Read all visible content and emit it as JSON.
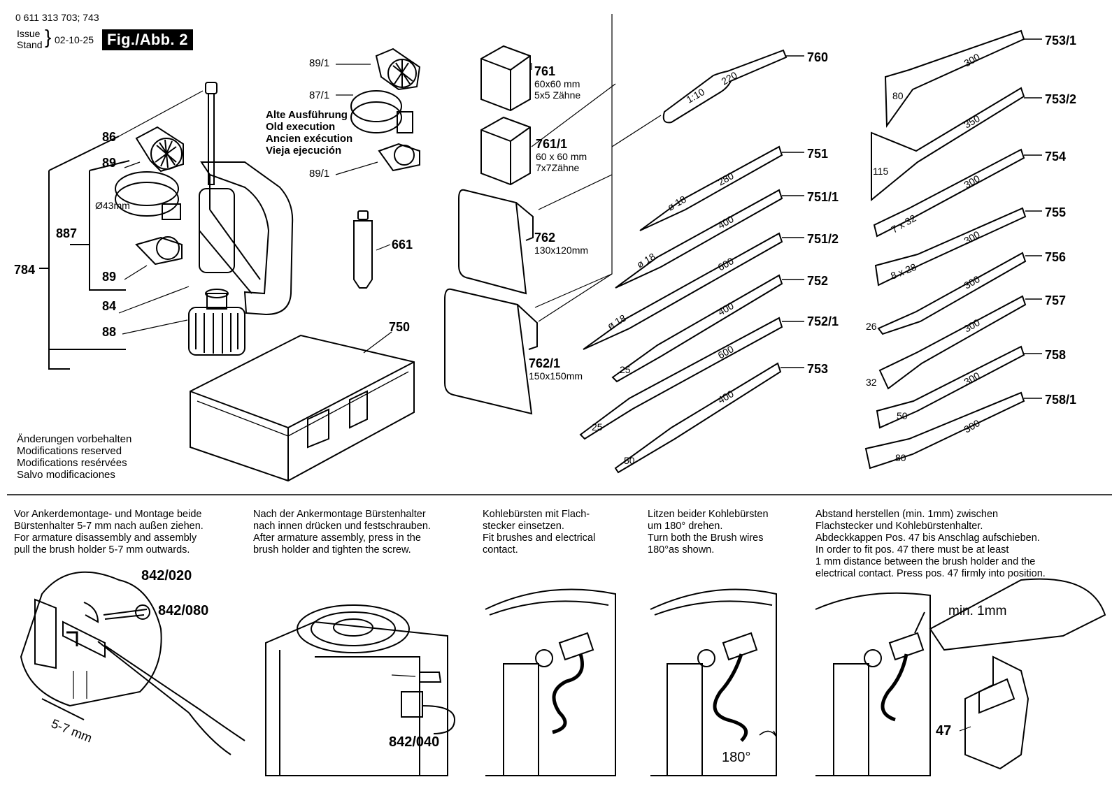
{
  "header": {
    "doc_number": "0 611 313 703; 743",
    "issue_label": "Issue",
    "stand_label": "Stand",
    "date": "02-10-25",
    "figure": "Fig./Abb. 2"
  },
  "parts": {
    "p86": "86",
    "p89a": "89",
    "p887": "887",
    "p784": "784",
    "p89b": "89",
    "p84": "84",
    "p88": "88",
    "dia43": "Ø43mm",
    "p89_1a": "89/1",
    "p87_1": "87/1",
    "p89_1b": "89/1",
    "p661": "661",
    "p750": "750",
    "p761": "761",
    "p761_size": "60x60 mm",
    "p761_teeth": "5x5 Zähne",
    "p761_1": "761/1",
    "p761_1_size": "60 x 60 mm",
    "p761_1_teeth": "7x7Zähne",
    "p762": "762",
    "p762_size": "130x120mm",
    "p762_1": "762/1",
    "p762_1_size": "150x150mm",
    "p760": "760",
    "p751": "751",
    "p751_1": "751/1",
    "p751_2": "751/2",
    "p752": "752",
    "p752_1": "752/1",
    "p753": "753",
    "p753_1": "753/1",
    "p753_2": "753/2",
    "p754": "754",
    "p755": "755",
    "p756": "756",
    "p757": "757",
    "p758": "758",
    "p758_1": "758/1",
    "p842_020": "842/020",
    "p842_080": "842/080",
    "p842_040": "842/040",
    "p47": "47"
  },
  "old_execution": [
    "Alte Ausführung",
    "Old execution",
    "Ancien exécution",
    "Vieja ejecución"
  ],
  "modifications": [
    "Änderungen vorbehalten",
    "Modifications reserved",
    "Modifications resérvées",
    "Salvo modificaciones"
  ],
  "tool_marks": {
    "t760a": "1:10",
    "t760b": "220",
    "t751a": "ø 18",
    "t751b": "280",
    "t751_1a": "ø 18",
    "t751_1b": "400",
    "t751_2a": "ø 18",
    "t751_2b": "600",
    "t752a": "25",
    "t752b": "400",
    "t752_1a": "25",
    "t752_1b": "600",
    "t753a": "50",
    "t753b": "400",
    "t753_1a": "80",
    "t753_1b": "300",
    "t753_2a": "115",
    "t753_2b": "350",
    "t754a": "7 x 32",
    "t754b": "300",
    "t755a": "8 x 28",
    "t755b": "300",
    "t756a": "26",
    "t756b": "300",
    "t757a": "32",
    "t757b": "300",
    "t758a": "50",
    "t758b": "300",
    "t758_1a": "80",
    "t758_1b": "300"
  },
  "instructions": [
    [
      "Vor Ankerdemontage- und Montage beide",
      "Bürstenhalter 5-7 mm nach außen ziehen.",
      "For armature disassembly and assembly",
      "pull the brush holder 5-7 mm outwards."
    ],
    [
      "Nach der Ankermontage Bürstenhalter",
      "nach innen drücken und festschrauben.",
      "After armature assembly, press in the",
      "brush holder and tighten the screw."
    ],
    [
      "Kohlebürsten mit Flach-",
      "stecker einsetzen.",
      "Fit brushes and electrical",
      "contact."
    ],
    [
      "Litzen beider Kohlebürsten",
      "um 180° drehen.",
      "Turn both the Brush wires",
      "180°as shown."
    ],
    [
      "Abstand herstellen (min. 1mm) zwischen",
      "Flachstecker und Kohlebürstenhalter.",
      "Abdeckkappen Pos. 47 bis Anschlag aufschieben.",
      "In order to fit pos. 47 there must be at least",
      "1 mm distance between the brush holder and the",
      "electrical contact. Press pos. 47 firmly into position."
    ]
  ],
  "step_labels": {
    "gap": "5-7 mm",
    "angle": "180°",
    "min_gap": "min. 1mm"
  }
}
